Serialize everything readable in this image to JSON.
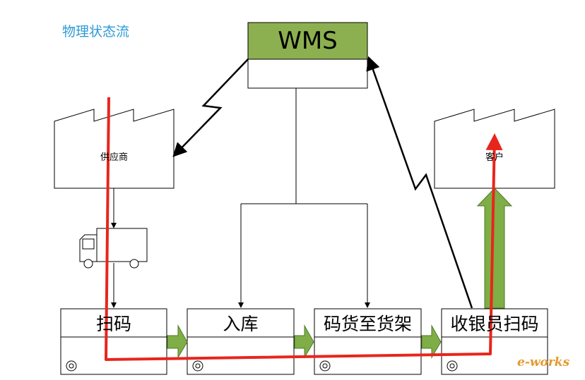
{
  "header": {
    "title": "物理状态流"
  },
  "wms": {
    "label": "WMS",
    "fill": "#8cb04f"
  },
  "factories": {
    "supplier": "供应商",
    "customer": "客户"
  },
  "processes": [
    {
      "label": "扫码"
    },
    {
      "label": "入库"
    },
    {
      "label": "码货至货架"
    },
    {
      "label": "收银员扫码"
    }
  ],
  "colors": {
    "flow_red": "#e8251d",
    "push_arrow_green": "#7fae46",
    "line": "#000000"
  },
  "watermark": {
    "text": "e-works"
  }
}
